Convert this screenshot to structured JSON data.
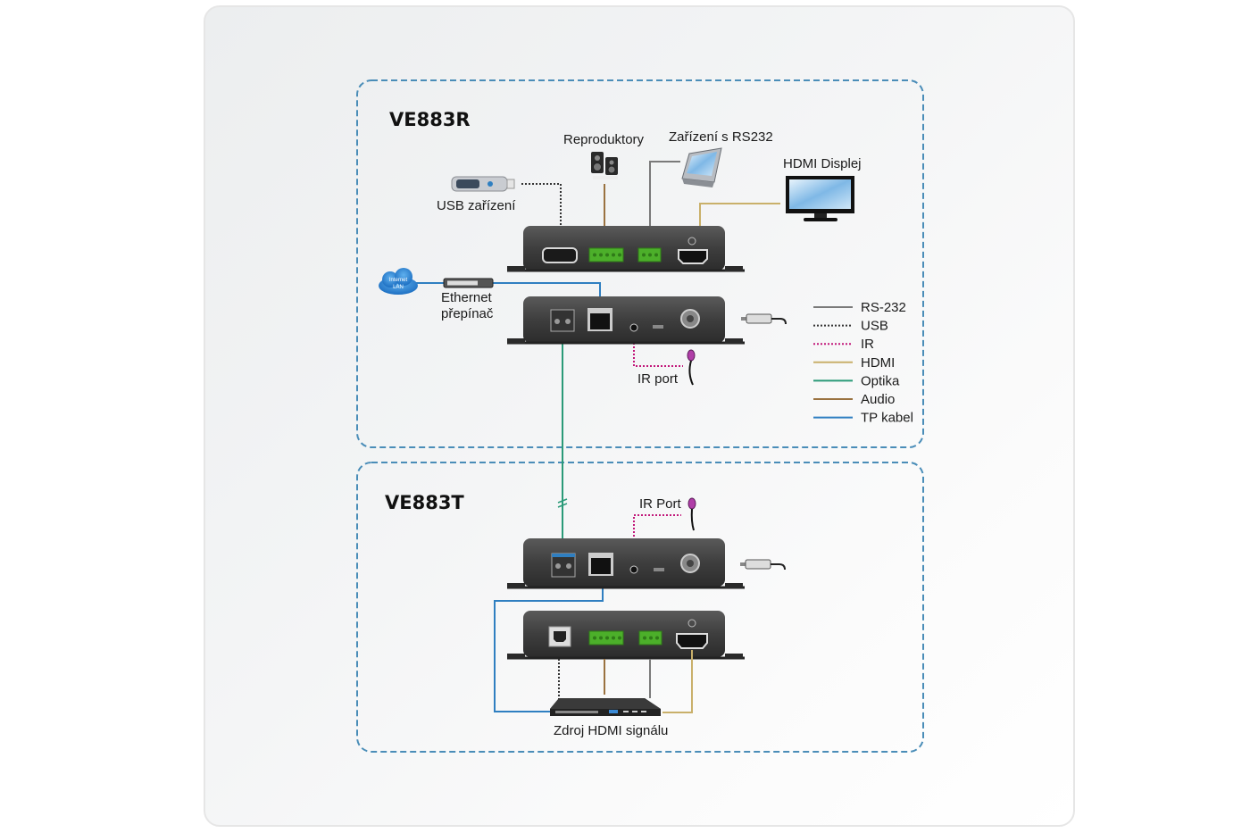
{
  "diagram": {
    "receiver": {
      "model": "VE883R",
      "devices": {
        "usb": "USB zařízení",
        "speakers": "Reproduktory",
        "rs232": "Zařízení s RS232",
        "display": "HDMI Displej",
        "switch_line1": "Ethernet",
        "switch_line2": "přepínač",
        "cloud_line1": "Internet",
        "cloud_line2": "LAN",
        "ir": "IR port"
      }
    },
    "transmitter": {
      "model": "VE883T",
      "devices": {
        "ir": "IR Port",
        "source": "Zdroj HDMI signálu"
      }
    },
    "legend": [
      {
        "label": "RS-232",
        "color": "#7a7a7a",
        "style": "solid"
      },
      {
        "label": "USB",
        "color": "#333333",
        "style": "dotted"
      },
      {
        "label": "IR",
        "color": "#c2187a",
        "style": "dotted"
      },
      {
        "label": "HDMI",
        "color": "#c9b06a",
        "style": "solid"
      },
      {
        "label": "Optika",
        "color": "#2a9a78",
        "style": "solid"
      },
      {
        "label": "Audio",
        "color": "#9a7240",
        "style": "solid"
      },
      {
        "label": "TP kabel",
        "color": "#2f7fc1",
        "style": "solid"
      }
    ],
    "colors": {
      "zone_border": "#4a8db8",
      "terminal_green": "#4caf2a",
      "device_body": "#4a4a4a"
    }
  }
}
